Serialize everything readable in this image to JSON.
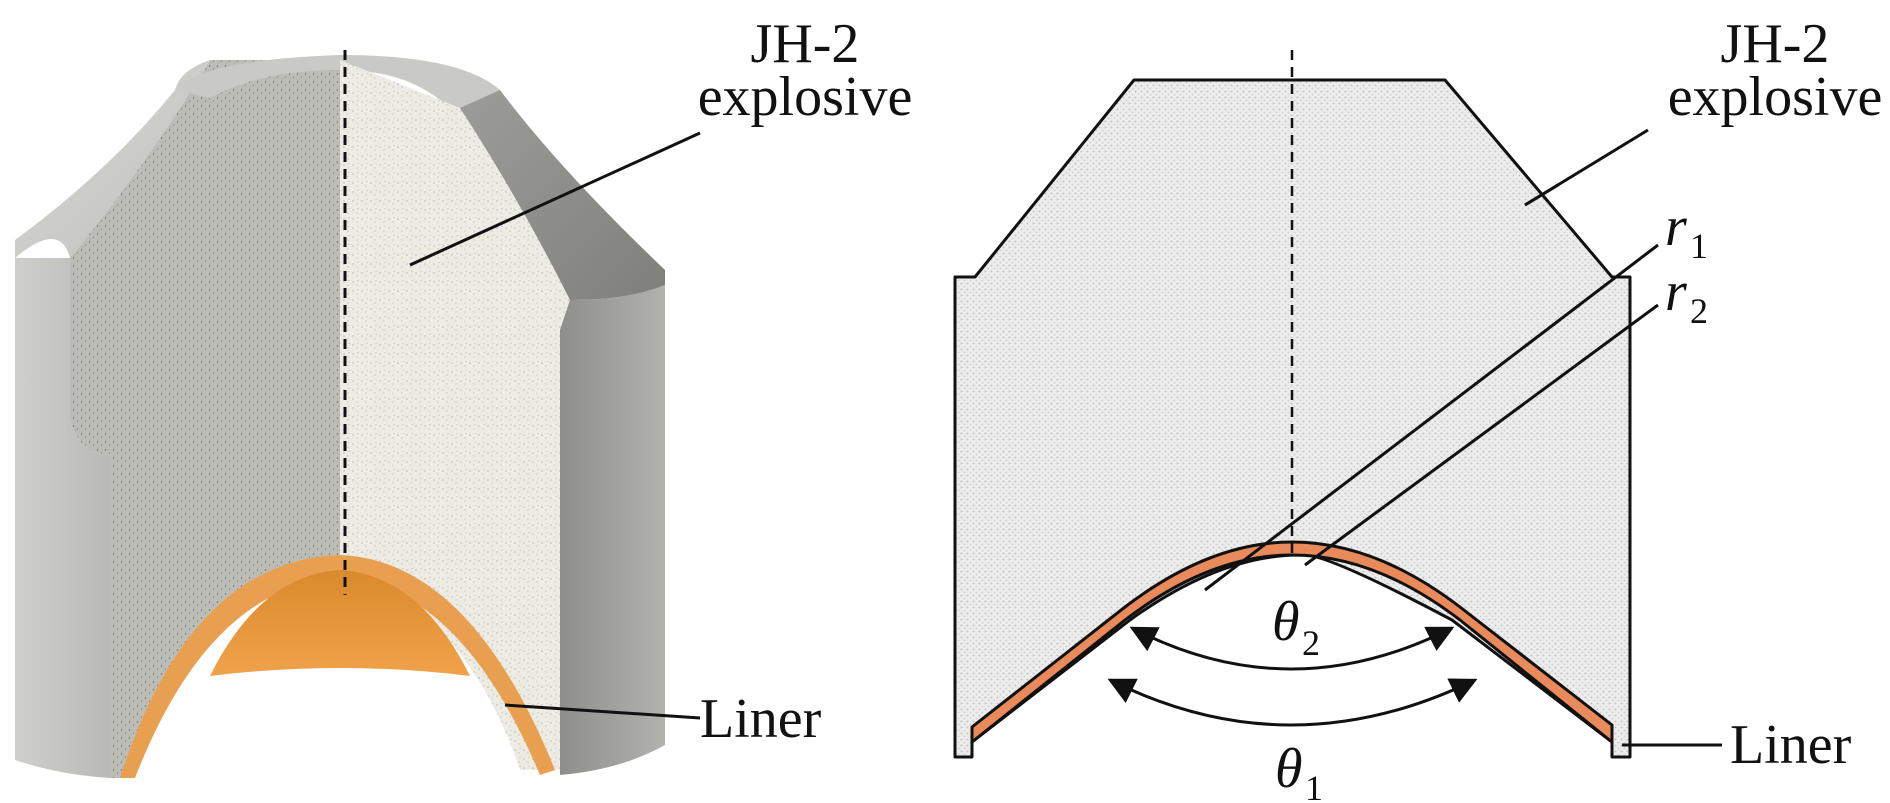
{
  "left_view": {
    "explosive_label_line1": "JH-2",
    "explosive_label_line2": "explosive",
    "liner_label": "Liner"
  },
  "right_view": {
    "explosive_label_line1": "JH-2",
    "explosive_label_line2": "explosive",
    "liner_label": "Liner",
    "r1_symbol": "r",
    "r1_sub": "1",
    "r2_symbol": "r",
    "r2_sub": "2",
    "theta1_symbol": "θ",
    "theta1_sub": "1",
    "theta2_symbol": "θ",
    "theta2_sub": "2"
  },
  "colors": {
    "liner": "#e8a050",
    "liner_dark": "#c77a2a",
    "liner_section": "#e88a5a",
    "explosive_section": "#e6e6e6",
    "casing_light": "#d4d4d0",
    "casing_dark": "#9a9a96",
    "outline": "#111111"
  }
}
